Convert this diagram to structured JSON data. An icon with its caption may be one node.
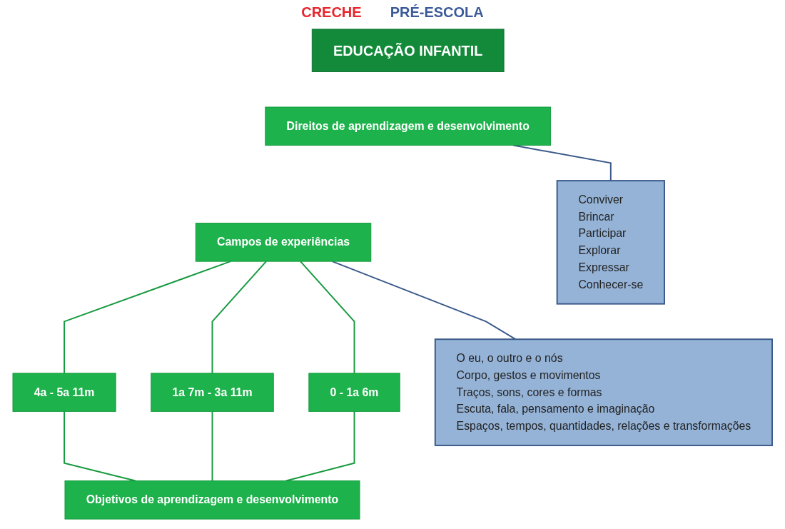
{
  "diagram": {
    "nodes": [
      {
        "text": [
          "EDUCAÇÃO INFANTIL"
        ]
      },
      {
        "text": [
          "Direitos de aprendizagem e desenvolvimento"
        ]
      },
      {
        "text": [
          "Campos de experiências"
        ]
      },
      {
        "text": [
          "0 - 1a 6m"
        ]
      },
      {
        "text": [
          "1a 7m - 3a 11m"
        ]
      },
      {
        "text": [
          "4a - 5a 11m"
        ]
      },
      {
        "text": [
          "Objetivos de aprendizagem e desenvolvimento"
        ]
      },
      {
        "text": [
          "Conviver",
          "Brincar",
          "Participar",
          "Explorar",
          "Expressar",
          "Conhecer-se"
        ]
      },
      {
        "text": [
          "O eu, o outro e o nós",
          "Corpo, gestos e movimentos",
          "Traços, sons, cores e formas",
          "Escuta, fala, pensamento e imaginação",
          "Espaços, tempos, quantidades, relações e transformações"
        ]
      }
    ],
    "edges": [
      {
        "from": 1,
        "to": 7,
        "arrow": "none"
      },
      {
        "from": 2,
        "to": 8,
        "arrow": "none"
      },
      {
        "from": 2,
        "to": 3,
        "arrow": "none"
      },
      {
        "from": 2,
        "to": 4,
        "arrow": "none"
      },
      {
        "from": 2,
        "to": 5,
        "arrow": "none"
      },
      {
        "from": 3,
        "to": 6,
        "arrow": "none"
      },
      {
        "from": 4,
        "to": 6,
        "arrow": "none"
      },
      {
        "from": 5,
        "to": 6,
        "arrow": "none"
      }
    ],
    "labels": [
      "CRECHE",
      "PRÉ-ESCOLA"
    ]
  }
}
